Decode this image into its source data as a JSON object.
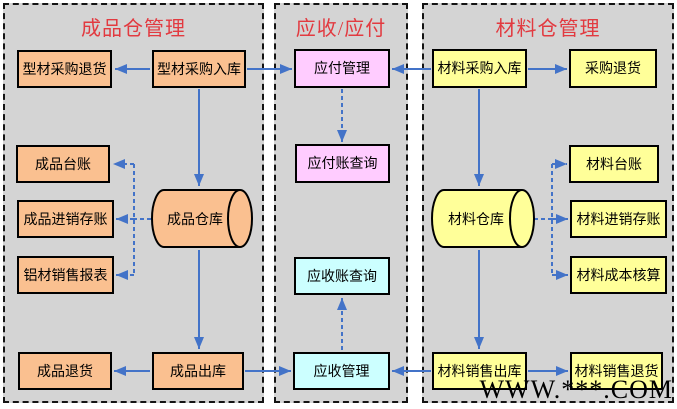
{
  "panels": {
    "finished_goods": {
      "title": "成品仓管理",
      "nodes": {
        "profile_purchase_return": "型材采购退货",
        "profile_purchase_in": "型材采购入库",
        "ledger": "成品台账",
        "psi_account": "成品进销存账",
        "aluminum_sales_report": "铝材销售报表",
        "warehouse": "成品仓库",
        "goods_return": "成品退货",
        "goods_out": "成品出库"
      }
    },
    "receivable_payable": {
      "title": "应收/应付",
      "nodes": {
        "payable_mgmt": "应付管理",
        "payable_query": "应付账查询",
        "receivable_query": "应收账查询",
        "receivable_mgmt": "应收管理"
      }
    },
    "material": {
      "title": "材料仓管理",
      "nodes": {
        "purchase_in": "材料采购入库",
        "purchase_return": "采购退货",
        "ledger": "材料台账",
        "psi_account": "材料进销存账",
        "cost_accounting": "材料成本核算",
        "warehouse": "材料仓库",
        "sales_out": "材料销售出库",
        "sales_return": "材料销售退货"
      }
    }
  },
  "edges": [
    {
      "from": "型材采购入库",
      "to": "型材采购退货",
      "style": "solid"
    },
    {
      "from": "型材采购入库",
      "to": "应付管理",
      "style": "solid"
    },
    {
      "from": "型材采购入库",
      "to": "成品仓库",
      "style": "solid"
    },
    {
      "from": "成品仓库",
      "to": "成品台账",
      "style": "dashed"
    },
    {
      "from": "成品仓库",
      "to": "成品进销存账",
      "style": "dashed"
    },
    {
      "from": "成品仓库",
      "to": "铝材销售报表",
      "style": "dashed"
    },
    {
      "from": "成品仓库",
      "to": "成品出库",
      "style": "solid"
    },
    {
      "from": "成品出库",
      "to": "成品退货",
      "style": "solid"
    },
    {
      "from": "成品出库",
      "to": "应收管理",
      "style": "solid"
    },
    {
      "from": "应付管理",
      "to": "应付账查询",
      "style": "dashed"
    },
    {
      "from": "应收管理",
      "to": "应收账查询",
      "style": "dashed"
    },
    {
      "from": "材料采购入库",
      "to": "应付管理",
      "style": "solid"
    },
    {
      "from": "材料采购入库",
      "to": "采购退货",
      "style": "solid"
    },
    {
      "from": "材料采购入库",
      "to": "材料仓库",
      "style": "solid"
    },
    {
      "from": "材料仓库",
      "to": "材料台账",
      "style": "dashed"
    },
    {
      "from": "材料仓库",
      "to": "材料进销存账",
      "style": "dashed"
    },
    {
      "from": "材料仓库",
      "to": "材料成本核算",
      "style": "dashed"
    },
    {
      "from": "材料仓库",
      "to": "材料销售出库",
      "style": "solid"
    },
    {
      "from": "材料销售出库",
      "to": "应收管理",
      "style": "solid"
    },
    {
      "from": "材料销售出库",
      "to": "材料销售退货",
      "style": "solid"
    }
  ],
  "watermark": "WWW.***.COM",
  "colors": {
    "panel_background": "#d4d4d4",
    "finished_goods_node": "#fac090",
    "material_node": "#ffff99",
    "payable_node": "#ffccff",
    "receivable_node": "#ccffff",
    "connector_blue": "#4373c8",
    "title_red": "#e23a40",
    "border_black": "#000000"
  }
}
